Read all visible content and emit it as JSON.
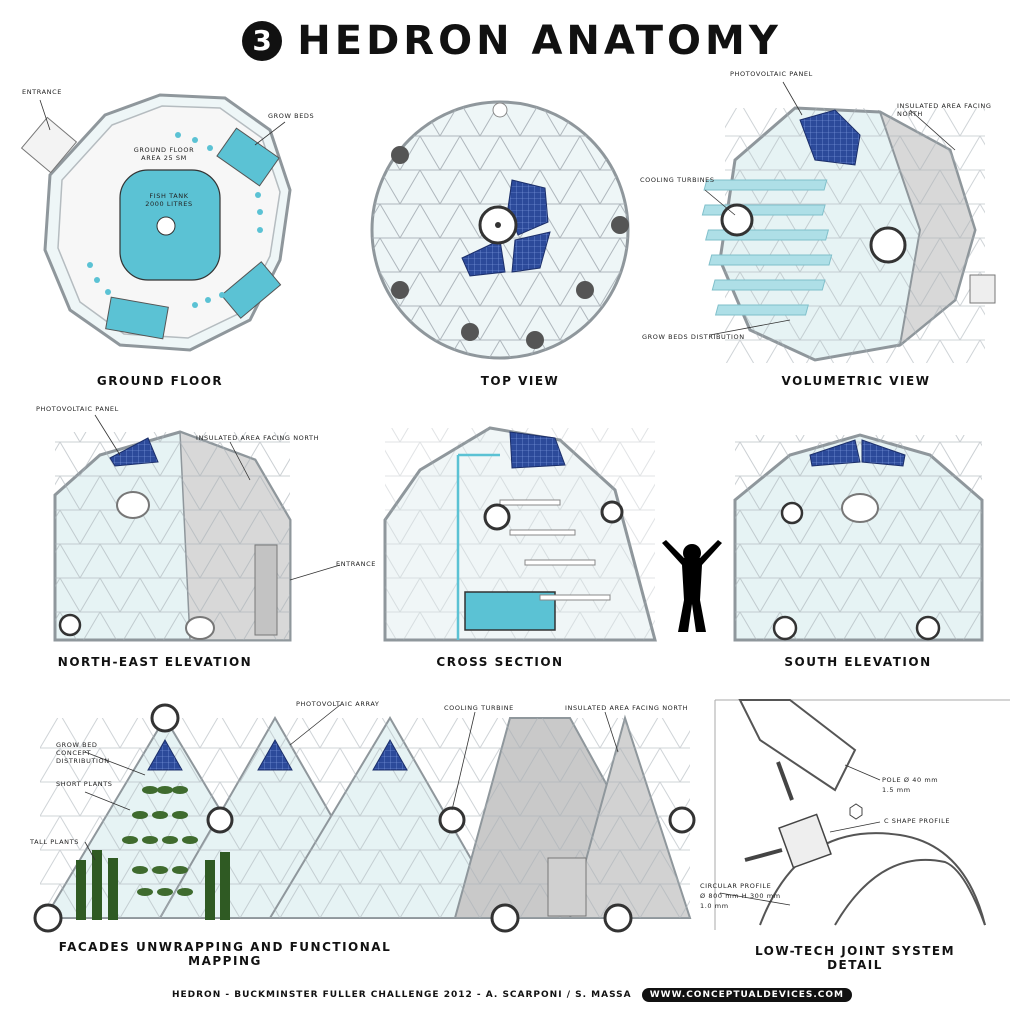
{
  "header": {
    "badge": "3",
    "title": "HEDRON ANATOMY"
  },
  "views": {
    "ground_floor": {
      "caption": "GROUND FLOOR",
      "labels": {
        "entrance": "ENTRANCE",
        "grow_beds": "GROW BEDS",
        "floor_area": "GROUND FLOOR AREA 25 SM",
        "fish_tank": "FISH TANK 2000 LITRES"
      }
    },
    "top_view": {
      "caption": "TOP VIEW"
    },
    "volumetric_view": {
      "caption": "VOLUMETRIC VIEW",
      "labels": {
        "photovoltaic_panel": "PHOTOVOLTAIC PANEL",
        "insulated_north": "INSULATED AREA FACING NORTH",
        "cooling_turbines": "COOLING TURBINES",
        "grow_beds_distribution": "GROW BEDS DISTRIBUTION"
      }
    },
    "north_east_elevation": {
      "caption": "NORTH-EAST ELEVATION",
      "labels": {
        "photovoltaic_panel": "PHOTOVOLTAIC PANEL",
        "insulated_north": "INSULATED AREA FACING NORTH",
        "entrance": "ENTRANCE"
      }
    },
    "cross_section": {
      "caption": "CROSS SECTION"
    },
    "south_elevation": {
      "caption": "SOUTH ELEVATION"
    },
    "facades": {
      "caption": "FACADES UNWRAPPING AND FUNCTIONAL MAPPING",
      "labels": {
        "photovoltaic_array": "PHOTOVOLTAIC ARRAY",
        "cooling_turbine": "COOLING TURBINE",
        "insulated_north": "INSULATED AREA FACING NORTH",
        "grow_bed_concept": "GROW BED CONCEPT DISTRIBUTION",
        "short_plants": "SHORT PLANTS",
        "tall_plants": "TALL PLANTS"
      }
    },
    "joint_detail": {
      "caption": "LOW-TECH JOINT SYSTEM DETAIL",
      "labels": {
        "pole": "POLE Ø 40 mm",
        "pole_thickness": "1.5 mm",
        "c_shape": "C SHAPE PROFILE",
        "circular_profile": "CIRCULAR PROFILE",
        "circular_dims": "Ø 800 mm H 300 mm",
        "circular_thickness": "1.0 mm"
      }
    }
  },
  "footer": {
    "credits": "HEDRON - BUCKMINSTER FULLER CHALLENGE 2012 - A. SCARPONI / S. MASSA",
    "website": "WWW.CONCEPTUALDEVICES.COM"
  },
  "colors": {
    "accent_water": "#5bc2d4",
    "solar_panel": "#2c4a9a",
    "frame": "#9aa0a6",
    "glass": "#e6f3f4",
    "insulated": "#c9c9c9"
  }
}
